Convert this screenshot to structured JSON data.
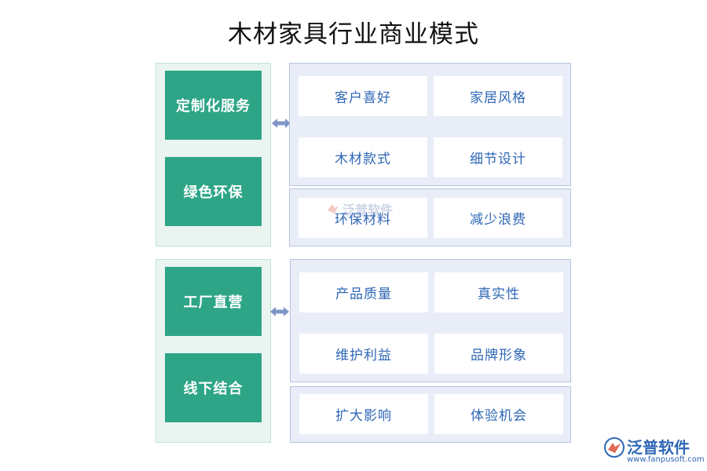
{
  "title": "木材家具行业商业模式",
  "group1": {
    "tags": [
      "定制化服务",
      "绿色环保"
    ],
    "cells": [
      "客户喜好",
      "家居风格",
      "木材款式",
      "细节设计",
      "环保材料",
      "减少浪费"
    ]
  },
  "group2": {
    "tags": [
      "工厂直营",
      "线下结合"
    ],
    "cells": [
      "产品质量",
      "真实性",
      "维护利益",
      "品牌形象",
      "扩大影响",
      "体验机会"
    ]
  },
  "watermark": {
    "name": "泛普软件",
    "sub": "www.fanpusoft.com"
  },
  "logo": {
    "name": "泛普软件",
    "url": "www.fanpusoft.com"
  },
  "colors": {
    "tag": "#2ea587",
    "cell_text": "#2f67b5",
    "arrow": "#7f95c9"
  }
}
